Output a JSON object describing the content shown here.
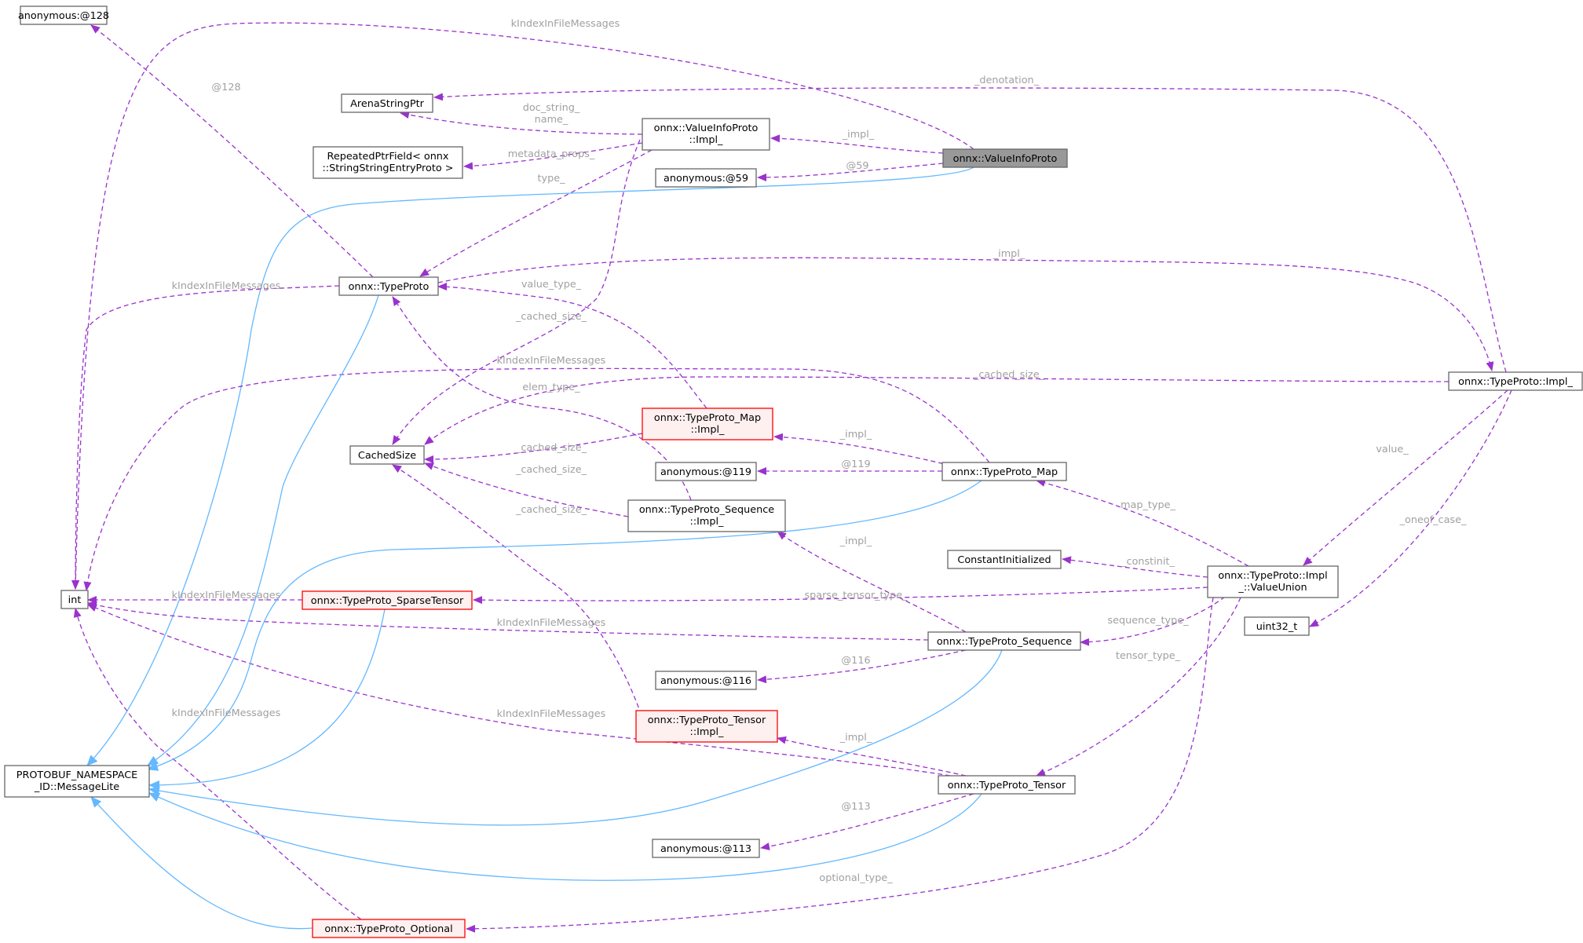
{
  "colors": {
    "node_border": "#666666",
    "node_fill": "#ffffff",
    "focus_fill": "#999999",
    "focus_border": "#666666",
    "missing_border": "#ff0000",
    "missing_fill": "#fff0f0",
    "usage_edge": "#9a32cd",
    "inherit_edge": "#63b8ff",
    "edge_label": "#a0a0a0"
  },
  "nodes": [
    {
      "id": "anon128",
      "lines": [
        "anonymous:@128"
      ],
      "style": "normal"
    },
    {
      "id": "arena",
      "lines": [
        "ArenaStringPtr"
      ],
      "style": "normal"
    },
    {
      "id": "repeated",
      "lines": [
        "RepeatedPtrField< onnx",
        "::StringStringEntryProto >"
      ],
      "style": "normal"
    },
    {
      "id": "vip_impl",
      "lines": [
        "onnx::ValueInfoProto",
        "::Impl_"
      ],
      "style": "normal"
    },
    {
      "id": "vip",
      "lines": [
        "onnx::ValueInfoProto"
      ],
      "style": "focus"
    },
    {
      "id": "anon59",
      "lines": [
        "anonymous:@59"
      ],
      "style": "normal"
    },
    {
      "id": "typeproto",
      "lines": [
        "onnx::TypeProto"
      ],
      "style": "normal"
    },
    {
      "id": "tp_impl",
      "lines": [
        "onnx::TypeProto::Impl_"
      ],
      "style": "normal"
    },
    {
      "id": "cached",
      "lines": [
        "CachedSize"
      ],
      "style": "normal"
    },
    {
      "id": "map_impl",
      "lines": [
        "onnx::TypeProto_Map",
        "::Impl_"
      ],
      "style": "missing"
    },
    {
      "id": "anon119",
      "lines": [
        "anonymous:@119"
      ],
      "style": "normal"
    },
    {
      "id": "map",
      "lines": [
        "onnx::TypeProto_Map"
      ],
      "style": "normal"
    },
    {
      "id": "seq_impl",
      "lines": [
        "onnx::TypeProto_Sequence",
        "::Impl_"
      ],
      "style": "normal"
    },
    {
      "id": "constinit",
      "lines": [
        "ConstantInitialized"
      ],
      "style": "normal"
    },
    {
      "id": "valueunion",
      "lines": [
        "onnx::TypeProto::Impl",
        "_::ValueUnion"
      ],
      "style": "normal"
    },
    {
      "id": "int",
      "lines": [
        "int"
      ],
      "style": "normal"
    },
    {
      "id": "sparse",
      "lines": [
        "onnx::TypeProto_SparseTensor"
      ],
      "style": "missing"
    },
    {
      "id": "uint32",
      "lines": [
        "uint32_t"
      ],
      "style": "normal"
    },
    {
      "id": "seq",
      "lines": [
        "onnx::TypeProto_Sequence"
      ],
      "style": "normal"
    },
    {
      "id": "anon116",
      "lines": [
        "anonymous:@116"
      ],
      "style": "normal"
    },
    {
      "id": "tensor_impl",
      "lines": [
        "onnx::TypeProto_Tensor",
        "::Impl_"
      ],
      "style": "missing"
    },
    {
      "id": "msglite",
      "lines": [
        "PROTOBUF_NAMESPACE",
        "_ID::MessageLite"
      ],
      "style": "normal"
    },
    {
      "id": "tensor",
      "lines": [
        "onnx::TypeProto_Tensor"
      ],
      "style": "normal"
    },
    {
      "id": "anon113",
      "lines": [
        "anonymous:@113"
      ],
      "style": "normal"
    },
    {
      "id": "optional",
      "lines": [
        "onnx::TypeProto_Optional"
      ],
      "style": "missing"
    }
  ],
  "edges": [
    {
      "id": "e1",
      "from": "vip",
      "to": "int",
      "type": "usage",
      "label": "kIndexInFileMessages"
    },
    {
      "id": "e2",
      "from": "tp_impl",
      "to": "arena",
      "type": "usage",
      "label": "_denotation_"
    },
    {
      "id": "e3",
      "from": "typeproto",
      "to": "anon128",
      "type": "usage",
      "label": "@128"
    },
    {
      "id": "e4",
      "from": "vip_impl",
      "to": "arena",
      "type": "usage",
      "label": "doc_string_\nname_"
    },
    {
      "id": "e5",
      "from": "vip",
      "to": "vip_impl",
      "type": "usage",
      "label": "_impl_"
    },
    {
      "id": "e6",
      "from": "vip_impl",
      "to": "repeated",
      "type": "usage",
      "label": "metadata_props_"
    },
    {
      "id": "e7",
      "from": "vip",
      "to": "anon59",
      "type": "usage",
      "label": "@59"
    },
    {
      "id": "e8",
      "from": "vip_impl",
      "to": "typeproto",
      "type": "usage",
      "label": "type_"
    },
    {
      "id": "e9",
      "from": "vip",
      "to": "msglite",
      "type": "inherit",
      "label": ""
    },
    {
      "id": "e10",
      "from": "typeproto",
      "to": "int",
      "type": "usage",
      "label": "kIndexInFileMessages"
    },
    {
      "id": "e11",
      "from": "typeproto",
      "to": "tp_impl",
      "type": "usage",
      "label": "_impl_"
    },
    {
      "id": "e12",
      "from": "map_impl",
      "to": "typeproto",
      "type": "usage",
      "label": "value_type_"
    },
    {
      "id": "e13",
      "from": "vip_impl",
      "to": "cached",
      "type": "usage",
      "label": "_cached_size_"
    },
    {
      "id": "e14",
      "from": "map",
      "to": "int",
      "type": "usage",
      "label": "kIndexInFileMessages"
    },
    {
      "id": "e15",
      "from": "tp_impl",
      "to": "cached",
      "type": "usage",
      "label": "_cached_size_"
    },
    {
      "id": "e16",
      "from": "seq_impl",
      "to": "typeproto",
      "type": "usage",
      "label": "elem_type_"
    },
    {
      "id": "e17",
      "from": "map_impl",
      "to": "cached",
      "type": "usage",
      "label": "_cached_size_"
    },
    {
      "id": "e18",
      "from": "map",
      "to": "map_impl",
      "type": "usage",
      "label": "_impl_"
    },
    {
      "id": "e19",
      "from": "seq_impl",
      "to": "cached",
      "type": "usage",
      "label": "_cached_size_"
    },
    {
      "id": "e20",
      "from": "map",
      "to": "anon119",
      "type": "usage",
      "label": "@119"
    },
    {
      "id": "e21",
      "from": "tensor_impl",
      "to": "cached",
      "type": "usage",
      "label": "_cached_size_"
    },
    {
      "id": "e22",
      "from": "tp_impl",
      "to": "valueunion",
      "type": "usage",
      "label": "value_"
    },
    {
      "id": "e23",
      "from": "tp_impl",
      "to": "uint32",
      "type": "usage",
      "label": "_oneof_case_"
    },
    {
      "id": "e24",
      "from": "valueunion",
      "to": "map",
      "type": "usage",
      "label": "map_type_"
    },
    {
      "id": "e25",
      "from": "seq",
      "to": "seq_impl",
      "type": "usage",
      "label": "_impl_"
    },
    {
      "id": "e26",
      "from": "valueunion",
      "to": "constinit",
      "type": "usage",
      "label": "_constinit_"
    },
    {
      "id": "e27",
      "from": "valueunion",
      "to": "sparse",
      "type": "usage",
      "label": "sparse_tensor_type_"
    },
    {
      "id": "e28",
      "from": "sparse",
      "to": "int",
      "type": "usage",
      "label": "kIndexInFileMessages"
    },
    {
      "id": "e29",
      "from": "seq",
      "to": "int",
      "type": "usage",
      "label": "kIndexInFileMessages"
    },
    {
      "id": "e30",
      "from": "valueunion",
      "to": "seq",
      "type": "usage",
      "label": "sequence_type_"
    },
    {
      "id": "e31",
      "from": "valueunion",
      "to": "tensor",
      "type": "usage",
      "label": "tensor_type_"
    },
    {
      "id": "e32",
      "from": "seq",
      "to": "anon116",
      "type": "usage",
      "label": "@116"
    },
    {
      "id": "e33",
      "from": "tensor",
      "to": "int",
      "type": "usage",
      "label": "kIndexInFileMessages"
    },
    {
      "id": "e34",
      "from": "tensor",
      "to": "tensor_impl",
      "type": "usage",
      "label": "_impl_"
    },
    {
      "id": "e35",
      "from": "tensor",
      "to": "anon113",
      "type": "usage",
      "label": "@113"
    },
    {
      "id": "e36",
      "from": "optional",
      "to": "int",
      "type": "usage",
      "label": "kIndexInFileMessages"
    },
    {
      "id": "e37",
      "from": "valueunion",
      "to": "optional",
      "type": "usage",
      "label": "optional_type_"
    },
    {
      "id": "e38",
      "from": "typeproto",
      "to": "msglite",
      "type": "inherit",
      "label": ""
    },
    {
      "id": "e39",
      "from": "map",
      "to": "msglite",
      "type": "inherit",
      "label": ""
    },
    {
      "id": "e40",
      "from": "sparse",
      "to": "msglite",
      "type": "inherit",
      "label": ""
    },
    {
      "id": "e41",
      "from": "seq",
      "to": "msglite",
      "type": "inherit",
      "label": ""
    },
    {
      "id": "e42",
      "from": "tensor",
      "to": "msglite",
      "type": "inherit",
      "label": ""
    },
    {
      "id": "e43",
      "from": "optional",
      "to": "msglite",
      "type": "inherit",
      "label": ""
    }
  ]
}
